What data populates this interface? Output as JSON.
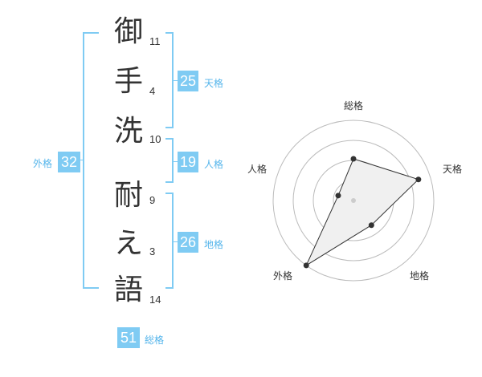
{
  "name_chars": [
    {
      "char": "御",
      "strokes": "11"
    },
    {
      "char": "手",
      "strokes": "4"
    },
    {
      "char": "洗",
      "strokes": "10"
    },
    {
      "char": "耐",
      "strokes": "9"
    },
    {
      "char": "え",
      "strokes": "3"
    },
    {
      "char": "語",
      "strokes": "14"
    }
  ],
  "fortunes": {
    "tenkaku": {
      "value": "25",
      "label": "天格"
    },
    "jinkaku": {
      "value": "19",
      "label": "人格"
    },
    "chikaku": {
      "value": "26",
      "label": "地格"
    },
    "gaikaku": {
      "value": "32",
      "label": "外格"
    },
    "soukaku": {
      "value": "51",
      "label": "総格"
    }
  },
  "colors": {
    "accent": "#7fcbf3",
    "label": "#55b5eb",
    "text": "#333333"
  },
  "chart_data": {
    "type": "radar",
    "axes": [
      "総格",
      "天格",
      "地格",
      "外格",
      "人格"
    ],
    "values": [
      0.52,
      0.85,
      0.38,
      1.0,
      0.2
    ],
    "rings": 4,
    "max": 1.0
  }
}
